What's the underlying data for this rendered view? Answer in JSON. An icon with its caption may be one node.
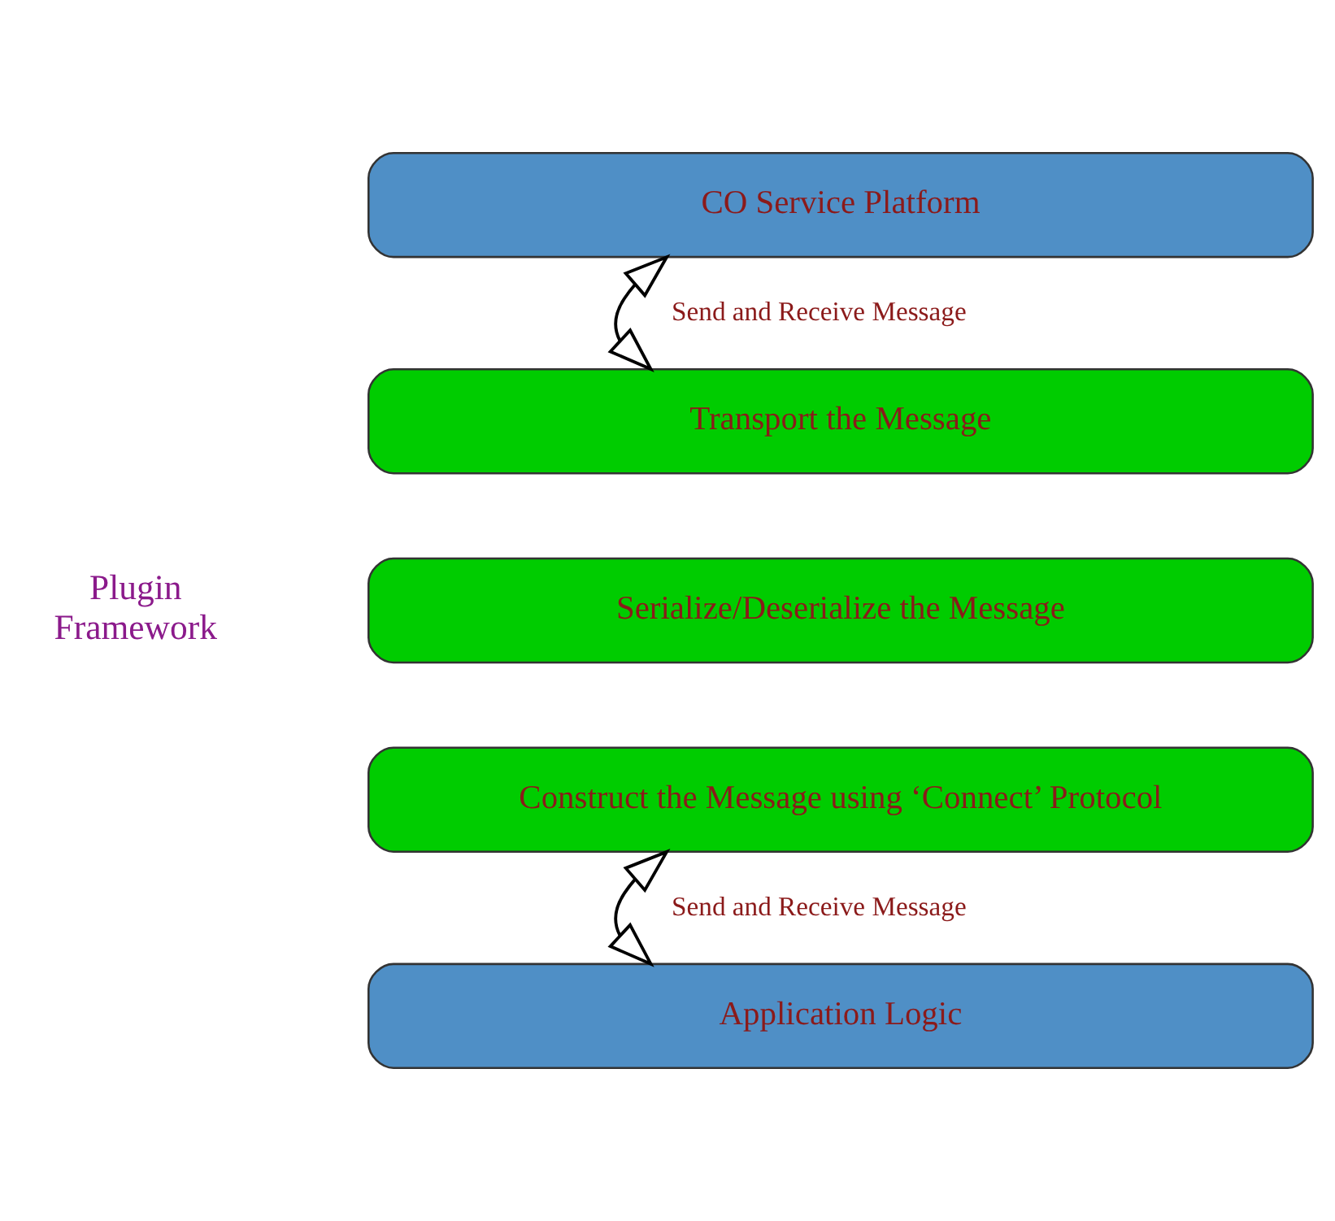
{
  "diagram": {
    "nodes": [
      {
        "text": [
          "CO Service Platform"
        ]
      },
      {
        "text": [
          "Transport the Message"
        ]
      },
      {
        "text": [
          "Serialize/Deserialize the Message"
        ]
      },
      {
        "text": [
          "Construct the Message using ‘Connect’ Protocol"
        ]
      },
      {
        "text": [
          "Application Logic"
        ]
      }
    ],
    "edges": [
      {
        "from": 0,
        "to": 1,
        "arrow": "both",
        "label": "Send and Receive Message"
      },
      {
        "from": 3,
        "to": 4,
        "arrow": "both",
        "label": "Send and Receive Message"
      }
    ],
    "labels": [
      "Plugin Framework"
    ]
  }
}
